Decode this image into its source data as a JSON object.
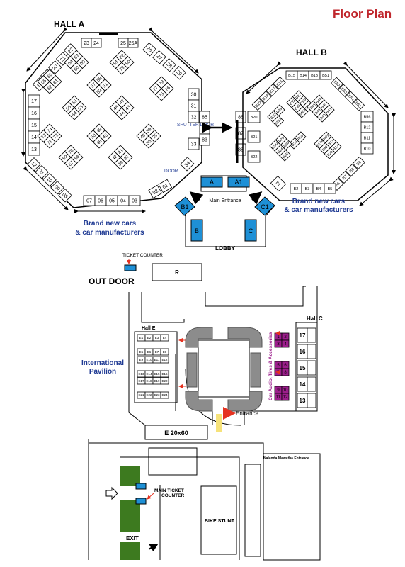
{
  "title": "Floor Plan",
  "colors": {
    "title": "#c0272d",
    "blue_text": "#1f3a93",
    "booth_blue": "#1e90d6",
    "purple": "#9c1e8c",
    "green": "#3d7a1f",
    "grey": "#8c8c8c",
    "red_arrow": "#e53220"
  },
  "hall_a": {
    "label": "HALL A",
    "top_row": [
      "23",
      "24",
      "25",
      "25A"
    ],
    "top_right": [
      "26",
      "27",
      "28",
      "29"
    ],
    "top_left": [
      "22",
      "21",
      "20",
      "19",
      "18"
    ],
    "left": [
      "17",
      "16",
      "15",
      "14",
      "13"
    ],
    "bottom_left": [
      "12",
      "11",
      "10",
      "09",
      "08"
    ],
    "bottom_row": [
      "07",
      "06",
      "05",
      "04",
      "03"
    ],
    "bottom_right": [
      "02",
      "01"
    ],
    "right": [
      "30",
      "31",
      "32",
      "33"
    ],
    "right_inner": [
      "85",
      "84",
      "83"
    ],
    "corner_34": "34",
    "islands": [
      [
        "64",
        "63",
        "60",
        "59"
      ],
      [
        "81",
        "82",
        "79",
        "80"
      ],
      [
        "57",
        "58",
        "52",
        "51"
      ],
      [
        "65",
        "66",
        "62",
        "61"
      ],
      [
        "77",
        "78",
        "75",
        "76"
      ],
      [
        "56",
        "55",
        "54",
        "53"
      ],
      [
        "48",
        "47",
        "44",
        "43"
      ],
      [
        "73",
        "74",
        "71",
        "72"
      ],
      [
        "50",
        "49",
        "46",
        "45"
      ],
      [
        "40",
        "39",
        "36",
        "35"
      ],
      [
        "69",
        "70",
        "67",
        "68"
      ],
      [
        "42",
        "41",
        "38",
        "37"
      ]
    ],
    "shutter_door": "SHUTTER DOOR",
    "door": "DOOR"
  },
  "hall_b": {
    "label": "HALL B",
    "top": [
      "B15",
      "B14",
      "B13",
      "B51"
    ],
    "top_left": [
      "B16",
      "B17",
      "B18",
      "B19"
    ],
    "right_top": [
      "B52",
      "B53",
      "B54",
      "B55"
    ],
    "right": [
      "B56",
      "B12",
      "B11",
      "B10"
    ],
    "right_bottom": [
      "B9",
      "B8",
      "B7",
      "B6"
    ],
    "bottom": [
      "B5",
      "B4",
      "B3",
      "B2"
    ],
    "b1": "B1",
    "left": [
      "B20",
      "B21",
      "B22"
    ],
    "left_outer": [
      "86",
      "87",
      "88"
    ],
    "islands": [
      [
        "B39",
        "B47",
        "B46",
        "B30A",
        "B46A",
        "B38"
      ],
      [
        "B30",
        "B23",
        "B39A"
      ],
      [
        "B48",
        "B44",
        "B49",
        "B40",
        "B45",
        "B41"
      ],
      [
        "B28",
        "B50"
      ],
      [
        "B24A",
        "B29",
        "B24",
        "B25A",
        "B25"
      ],
      [
        "B27A",
        "B42A",
        "B42",
        "B43",
        "B26",
        "B27"
      ]
    ]
  },
  "entrance": {
    "a": "A",
    "a1": "A1",
    "main": "Main Entrance",
    "b1": "B1",
    "b": "B",
    "c1": "C1",
    "c": "C",
    "lobby": "LOBBY"
  },
  "brand_a": "Brand new cars & car manufacturers",
  "brand_b": "Brand new cars & car manufacturers",
  "ticket_counter": "TICKET COUNTER",
  "r_box": "R",
  "outdoor": "OUT DOOR",
  "hall_c": {
    "label": "Hall C",
    "numbers": [
      "17",
      "16",
      "15",
      "14",
      "13"
    ],
    "purple": [
      "1",
      "2",
      "3",
      "4",
      "5",
      "6",
      "7",
      "8",
      "9",
      "10",
      "11",
      "12"
    ],
    "side_label": "Car Audio, Tires & Accessories"
  },
  "hall_e": {
    "label": "Hall E",
    "rows": [
      [
        "E1",
        "E2",
        "E3",
        "E4"
      ],
      [
        "E5",
        "E6",
        "E7",
        "E8"
      ],
      [
        "E9",
        "E10",
        "E11",
        "E12"
      ],
      [
        "E13",
        "E14",
        "E15",
        "E16"
      ],
      [
        "E17",
        "E18",
        "E19",
        "E20"
      ],
      [
        "E21",
        "E22",
        "E23",
        "E24"
      ]
    ]
  },
  "international": "International Pavilion",
  "entrance_label": "Entrance",
  "e20x60": "E 20x60",
  "mawatha": "Nalanda Mawatha Entrance",
  "main_ticket": "MAIN TICKET COUNTER",
  "bike_stunt": "BIKE STUNT",
  "exit": "EXIT"
}
